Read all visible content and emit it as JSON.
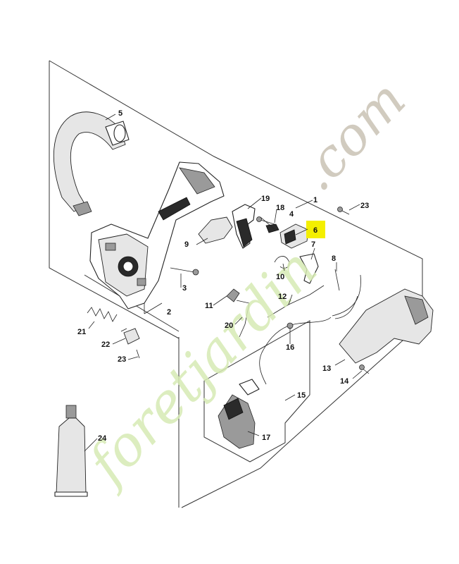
{
  "diagram": {
    "watermark": {
      "part_green": "foretjardin",
      "part_gray": ".com"
    },
    "highlight_color": "#f4ef00",
    "callouts": [
      {
        "id": "c1",
        "text": "1"
      },
      {
        "id": "c2",
        "text": "2"
      },
      {
        "id": "c3",
        "text": "3"
      },
      {
        "id": "c4",
        "text": "4"
      },
      {
        "id": "c5",
        "text": "5"
      },
      {
        "id": "c6",
        "text": "6",
        "highlighted": true
      },
      {
        "id": "c7",
        "text": "7"
      },
      {
        "id": "c8",
        "text": "8"
      },
      {
        "id": "c9",
        "text": "9"
      },
      {
        "id": "c10",
        "text": "10"
      },
      {
        "id": "c11",
        "text": "11"
      },
      {
        "id": "c12",
        "text": "12"
      },
      {
        "id": "c13",
        "text": "13"
      },
      {
        "id": "c14",
        "text": "14"
      },
      {
        "id": "c15",
        "text": "15"
      },
      {
        "id": "c16",
        "text": "16"
      },
      {
        "id": "c17",
        "text": "17"
      },
      {
        "id": "c18",
        "text": "18"
      },
      {
        "id": "c19",
        "text": "19"
      },
      {
        "id": "c20",
        "text": "20"
      },
      {
        "id": "c21",
        "text": "21"
      },
      {
        "id": "c22",
        "text": "22"
      },
      {
        "id": "c23a",
        "text": "23"
      },
      {
        "id": "c23b",
        "text": "23"
      },
      {
        "id": "c24",
        "text": "24"
      }
    ]
  }
}
